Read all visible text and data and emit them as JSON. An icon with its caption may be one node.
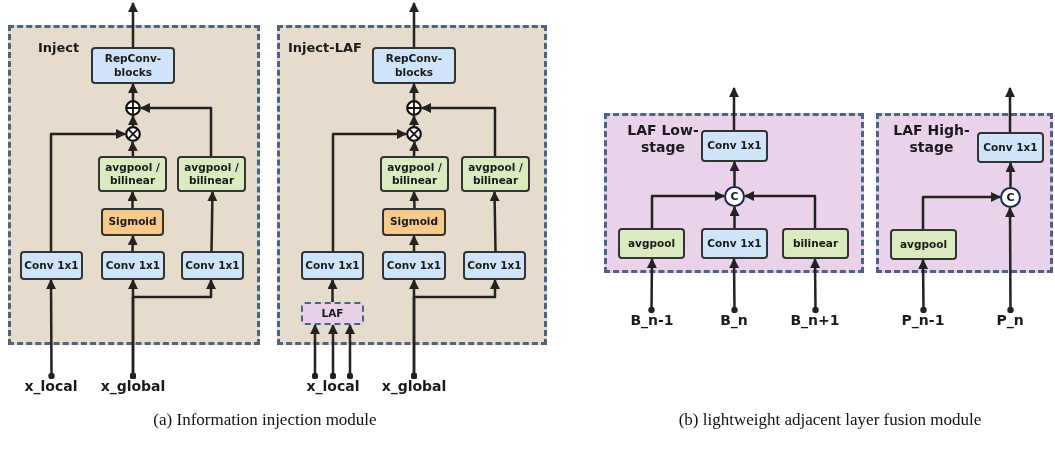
{
  "diagram": {
    "nodes": [
      {
        "text": [
          "Inject"
        ]
      },
      {
        "text": [
          "RepConv-blocks"
        ],
        "in": 0
      },
      {
        "text": [],
        "shape": "circle",
        "in": 0
      },
      {
        "text": [],
        "shape": "circle",
        "in": 0
      },
      {
        "text": [
          "avgpool / bilinear"
        ],
        "in": 0
      },
      {
        "text": [
          "avgpool / bilinear"
        ],
        "in": 0
      },
      {
        "text": [
          "Sigmoid"
        ],
        "in": 0
      },
      {
        "text": [
          "Conv 1x1"
        ],
        "in": 0
      },
      {
        "text": [
          "Conv 1x1"
        ],
        "in": 0
      },
      {
        "text": [
          "Conv 1x1"
        ],
        "in": 0
      },
      {
        "text": [
          "x_local"
        ]
      },
      {
        "text": [
          "x_global"
        ]
      },
      {
        "text": [
          "Inject-LAF"
        ]
      },
      {
        "text": [
          "RepConv-blocks"
        ],
        "in": 12
      },
      {
        "text": [],
        "shape": "circle",
        "in": 12
      },
      {
        "text": [],
        "shape": "circle",
        "in": 12
      },
      {
        "text": [
          "avgpool / bilinear"
        ],
        "in": 12
      },
      {
        "text": [
          "avgpool / bilinear"
        ],
        "in": 12
      },
      {
        "text": [
          "Sigmoid"
        ],
        "in": 12
      },
      {
        "text": [
          "Conv 1x1"
        ],
        "in": 12
      },
      {
        "text": [
          "Conv 1x1"
        ],
        "in": 12
      },
      {
        "text": [
          "Conv 1x1"
        ],
        "in": 12
      },
      {
        "text": [
          "LAF"
        ],
        "in": 12
      },
      {
        "text": [
          "x_local"
        ]
      },
      {
        "text": [
          "x_global"
        ]
      },
      {
        "text": [
          "LAF Low-stage"
        ]
      },
      {
        "text": [
          "Conv 1x1"
        ],
        "in": 25
      },
      {
        "text": [
          "C"
        ],
        "in": 25
      },
      {
        "text": [
          "avgpool"
        ],
        "in": 25
      },
      {
        "text": [
          "Conv 1x1"
        ],
        "in": 25
      },
      {
        "text": [
          "bilinear"
        ],
        "in": 25
      },
      {
        "text": [
          "B_n-1"
        ]
      },
      {
        "text": [
          "B_n"
        ]
      },
      {
        "text": [
          "B_n+1"
        ]
      },
      {
        "text": [
          "LAF High-stage"
        ]
      },
      {
        "text": [
          "Conv 1x1"
        ],
        "in": 34
      },
      {
        "text": [
          "C"
        ],
        "in": 34
      },
      {
        "text": [
          "avgpool"
        ],
        "in": 34
      },
      {
        "text": [
          "P_n-1"
        ]
      },
      {
        "text": [
          "P_n"
        ]
      }
    ],
    "edges": [
      {
        "from": 1,
        "to": null,
        "arrow": "to"
      },
      {
        "from": 2,
        "to": 1,
        "arrow": "to"
      },
      {
        "from": 3,
        "to": 2,
        "arrow": "to"
      },
      {
        "from": 5,
        "to": 2,
        "arrow": "to"
      },
      {
        "from": 7,
        "to": 3,
        "arrow": "to"
      },
      {
        "from": 4,
        "to": 3,
        "arrow": "to"
      },
      {
        "from": 6,
        "to": 4,
        "arrow": "to"
      },
      {
        "from": 8,
        "to": 6,
        "arrow": "to"
      },
      {
        "from": 9,
        "to": 5,
        "arrow": "to"
      },
      {
        "from": 10,
        "to": 7,
        "arrow": "to"
      },
      {
        "from": 11,
        "to": 8,
        "arrow": "to"
      },
      {
        "from": 11,
        "to": 9,
        "arrow": "to"
      },
      {
        "from": 13,
        "to": null,
        "arrow": "to"
      },
      {
        "from": 14,
        "to": 13,
        "arrow": "to"
      },
      {
        "from": 15,
        "to": 14,
        "arrow": "to"
      },
      {
        "from": 17,
        "to": 14,
        "arrow": "to"
      },
      {
        "from": 19,
        "to": 15,
        "arrow": "to"
      },
      {
        "from": 16,
        "to": 15,
        "arrow": "to"
      },
      {
        "from": 18,
        "to": 16,
        "arrow": "to"
      },
      {
        "from": 20,
        "to": 18,
        "arrow": "to"
      },
      {
        "from": 21,
        "to": 17,
        "arrow": "to"
      },
      {
        "from": 22,
        "to": 19,
        "arrow": "to"
      },
      {
        "from": 23,
        "to": 22,
        "arrow": "to"
      },
      {
        "from": 23,
        "to": 22,
        "arrow": "to"
      },
      {
        "from": 23,
        "to": 22,
        "arrow": "to"
      },
      {
        "from": 24,
        "to": 20,
        "arrow": "to"
      },
      {
        "from": 24,
        "to": 21,
        "arrow": "to"
      },
      {
        "from": 26,
        "to": null,
        "arrow": "to"
      },
      {
        "from": 27,
        "to": 26,
        "arrow": "to"
      },
      {
        "from": 28,
        "to": 27,
        "arrow": "to"
      },
      {
        "from": 29,
        "to": 27,
        "arrow": "to"
      },
      {
        "from": 30,
        "to": 27,
        "arrow": "to"
      },
      {
        "from": 31,
        "to": 28,
        "arrow": "to"
      },
      {
        "from": 32,
        "to": 29,
        "arrow": "to"
      },
      {
        "from": 33,
        "to": 30,
        "arrow": "to"
      },
      {
        "from": 35,
        "to": null,
        "arrow": "to"
      },
      {
        "from": 36,
        "to": 35,
        "arrow": "to"
      },
      {
        "from": 37,
        "to": 36,
        "arrow": "to"
      },
      {
        "from": 39,
        "to": 36,
        "arrow": "to"
      },
      {
        "from": 38,
        "to": 37,
        "arrow": "to"
      }
    ],
    "labels": [
      "(a) Information injection module",
      "(b) lightweight adjacent layer fusion module"
    ]
  }
}
